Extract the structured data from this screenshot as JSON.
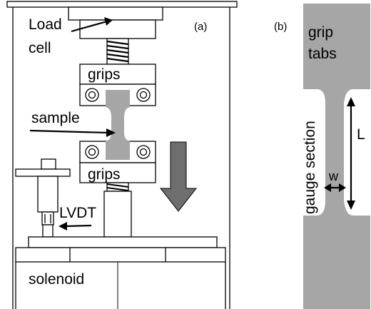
{
  "panel_a": {
    "tag": "(a)",
    "labels": {
      "load_cell_1": "Load",
      "load_cell_2": "cell",
      "grips_top": "grips",
      "sample": "sample",
      "grips_bottom": "grips",
      "lvdt": "LVDT",
      "solenoid": "solenoid"
    }
  },
  "panel_b": {
    "tag": "(b)",
    "labels": {
      "grip_tabs_1": "grip",
      "grip_tabs_2": "tabs",
      "gauge_section": "gauge section",
      "width": "w",
      "length": "L"
    }
  },
  "colors": {
    "line": "#000000",
    "sample_gray": "#a6a6a6",
    "arrow_fill": "#6e6e6e",
    "background": "#ffffff"
  }
}
